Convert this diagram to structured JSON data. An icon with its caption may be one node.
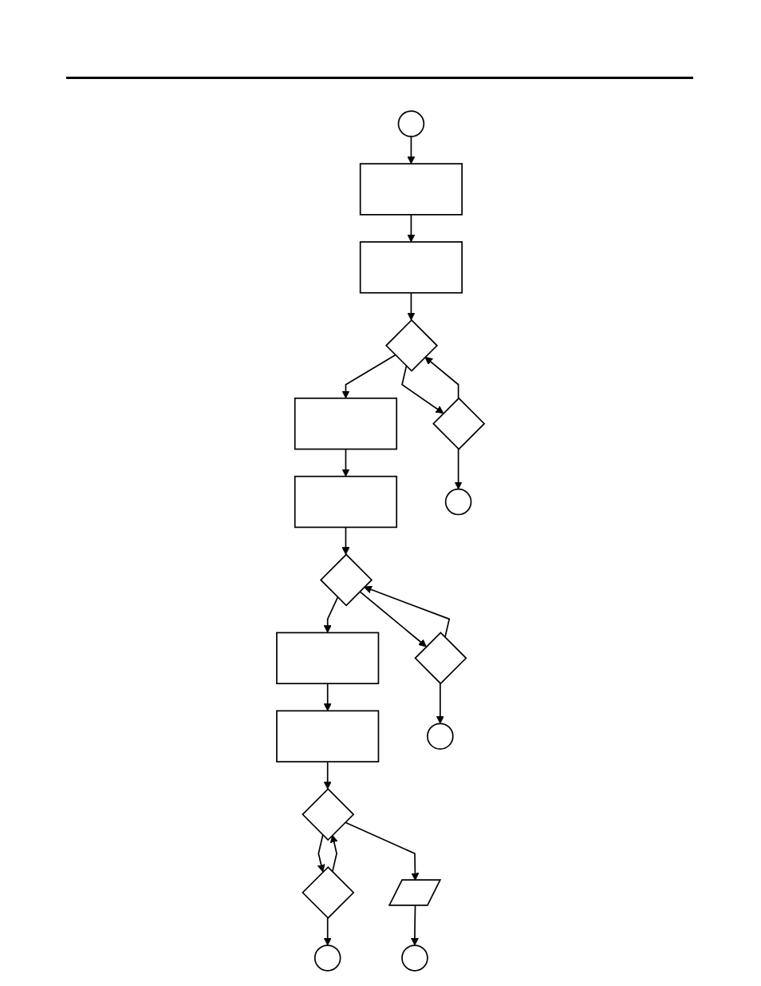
{
  "diagram": {
    "nodes": [
      {
        "text": [],
        "shape": "circle"
      },
      {
        "text": [],
        "shape": "box"
      },
      {
        "text": [],
        "shape": "box"
      },
      {
        "text": [],
        "shape": "diamond"
      },
      {
        "text": [],
        "shape": "diamond"
      },
      {
        "text": [],
        "shape": "circle"
      },
      {
        "text": [],
        "shape": "box"
      },
      {
        "text": [],
        "shape": "box"
      },
      {
        "text": [],
        "shape": "diamond"
      },
      {
        "text": [],
        "shape": "diamond"
      },
      {
        "text": [],
        "shape": "circle"
      },
      {
        "text": [],
        "shape": "box"
      },
      {
        "text": [],
        "shape": "box"
      },
      {
        "text": [],
        "shape": "diamond"
      },
      {
        "text": [],
        "shape": "diamond"
      },
      {
        "text": [],
        "shape": "circle"
      },
      {
        "text": [],
        "shape": "parallelogram"
      },
      {
        "text": [],
        "shape": "circle"
      }
    ],
    "edges": [
      {
        "from": 0,
        "to": 1,
        "arrow": "to"
      },
      {
        "from": 1,
        "to": 2,
        "arrow": "to"
      },
      {
        "from": 2,
        "to": 3,
        "arrow": "to"
      },
      {
        "from": 3,
        "to": 4,
        "arrow": "to"
      },
      {
        "from": 4,
        "to": 5,
        "arrow": "to"
      },
      {
        "from": 4,
        "to": 3,
        "arrow": "to"
      },
      {
        "from": 3,
        "to": 6,
        "arrow": "to"
      },
      {
        "from": 6,
        "to": 7,
        "arrow": "to"
      },
      {
        "from": 7,
        "to": 8,
        "arrow": "to"
      },
      {
        "from": 8,
        "to": 9,
        "arrow": "to"
      },
      {
        "from": 9,
        "to": 10,
        "arrow": "to"
      },
      {
        "from": 9,
        "to": 8,
        "arrow": "to"
      },
      {
        "from": 8,
        "to": 11,
        "arrow": "to"
      },
      {
        "from": 11,
        "to": 12,
        "arrow": "to"
      },
      {
        "from": 12,
        "to": 13,
        "arrow": "to"
      },
      {
        "from": 13,
        "to": 14,
        "arrow": "to"
      },
      {
        "from": 14,
        "to": 15,
        "arrow": "to"
      },
      {
        "from": 14,
        "to": 13,
        "arrow": "to"
      },
      {
        "from": 13,
        "to": 16,
        "arrow": "to"
      },
      {
        "from": 16,
        "to": 17,
        "arrow": "to"
      }
    ]
  }
}
